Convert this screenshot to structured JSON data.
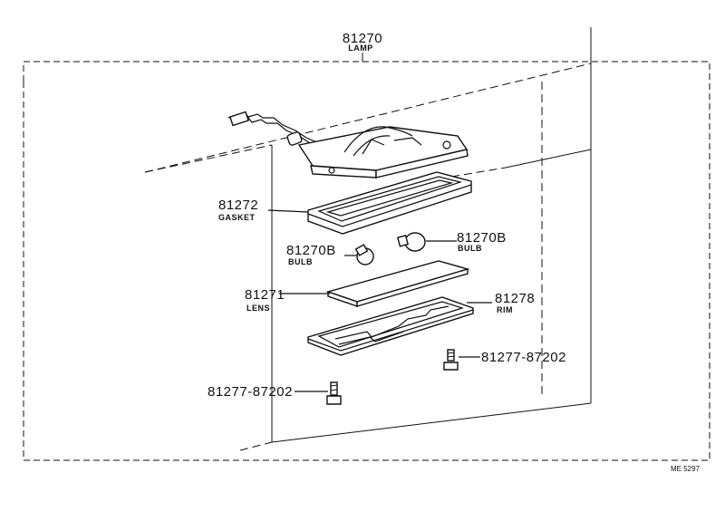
{
  "diagram": {
    "labels": [
      {
        "key": "lamp",
        "number": "81270",
        "name": "LAMP"
      },
      {
        "key": "gasket",
        "number": "81272",
        "name": "GASKET"
      },
      {
        "key": "bulb_left",
        "number": "81270B",
        "name": "BULB"
      },
      {
        "key": "bulb_right",
        "number": "81270B",
        "name": "BULB"
      },
      {
        "key": "lens",
        "number": "81271",
        "name": "LENS"
      },
      {
        "key": "rim",
        "number": "81278",
        "name": "RIM"
      },
      {
        "key": "screw_right",
        "number": "81277-87202",
        "name": ""
      },
      {
        "key": "screw_left",
        "number": "81277-87202",
        "name": ""
      }
    ],
    "figure_code": "ME 5297"
  }
}
